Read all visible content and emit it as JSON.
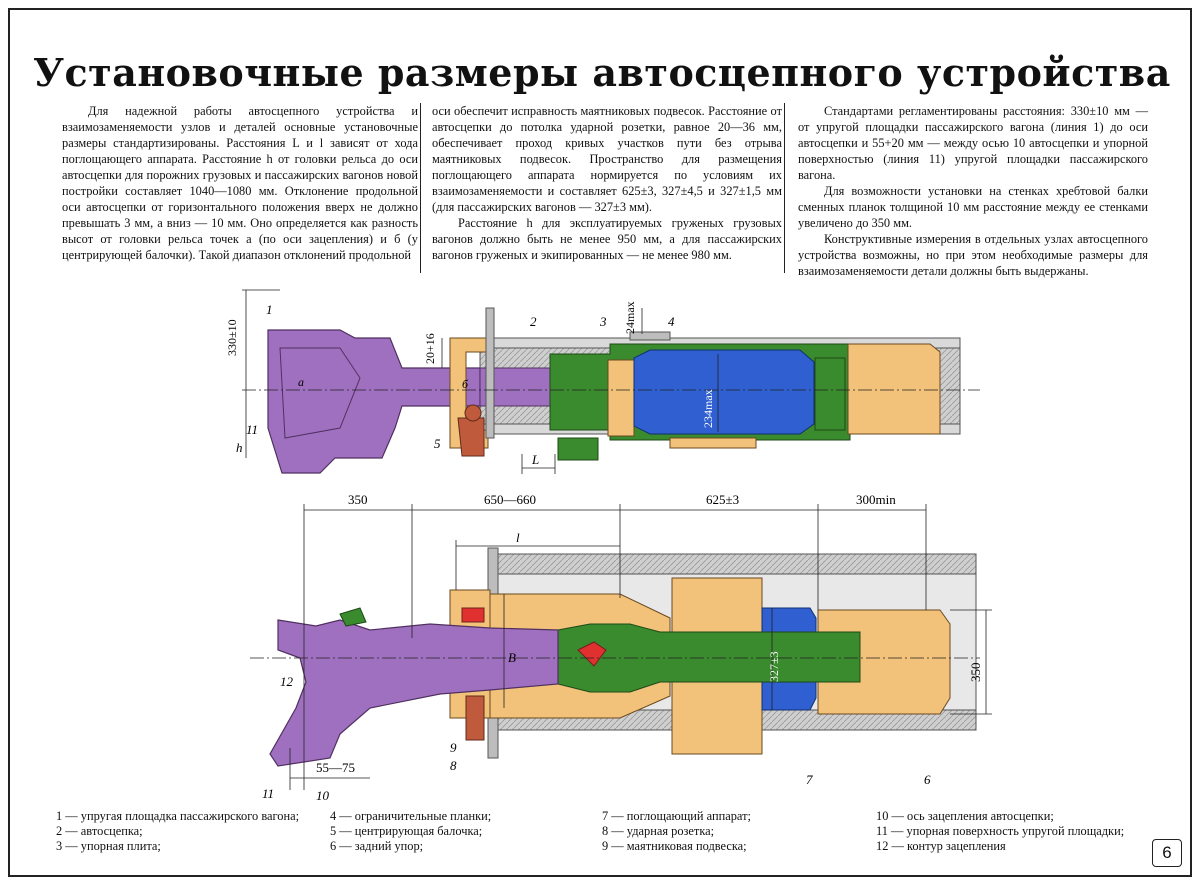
{
  "title": "Установочные размеры автосцепного устройства",
  "text": {
    "col1": "Для надежной работы автосцепного устройства и взаимозаменяемости узлов и деталей основные установочные размеры стандартизированы. Расстояния L и l зависят от хода поглощающего аппарата. Расстояние h от головки рельса до оси автосцепки для порожних грузовых и пассажирских вагонов новой постройки составляет 1040—1080 мм. Отклонение продольной оси автосцепки от горизонтального положения вверх не должно превышать 3 мм, а вниз — 10 мм. Оно определяется как разность высот от головки рельса точек а (по оси зацепления) и б (у центрирующей балочки). Такой диапазон отклонений продольной",
    "col2_p1": "оси обеспечит исправность маятниковых подвесок. Расстояние от автосцепки до потолка ударной розетки, равное 20—36 мм, обеспечивает проход кривых участков пути без отрыва маятниковых подвесок. Пространство для размещения поглощающего аппарата нормируется по условиям их взаимозаменяемости и составляет 625±3, 327±4,5 и 327±1,5 мм (для пассажирских вагонов — 327±3 мм).",
    "col2_p2": "Расстояние h для эксплуатируемых груженых грузовых вагонов должно быть не менее 950 мм, а для пассажирских вагонов груженых и экипированных — не менее 980 мм.",
    "col3_p1": "Стандартами регламентированы расстояния: 330±10 мм — от упругой площадки пассажирского вагона (линия 1) до оси автосцепки и 55+20 мм — между осью 10 автосцепки и упорной поверхностью (линия 11) упругой площадки пассажирского вагона.",
    "col3_p2": "Для возможности установки на стенках хребтовой балки сменных планок толщиной 10 мм расстояние между ее стенками увеличено до 350 мм.",
    "col3_p3": "Конструктивные измерения в отдельных узлах автосцепного устройства возможны, но при этом необходимые размеры для взаимозаменяемости детали должны быть выдержаны."
  },
  "labels": {
    "dim_330": "330±10",
    "dim_20": "20+16",
    "dim_24": "24max",
    "dim_234": "234max",
    "dim_L": "L",
    "dim_h": "h",
    "dim_a": "а",
    "dim_b": "б",
    "dim_350_top": "350",
    "dim_650": "650—660",
    "dim_625": "625±3",
    "dim_300": "300min",
    "dim_l": "l",
    "dim_B": "B",
    "dim_327": "327±3",
    "dim_350_right": "350",
    "dim_55": "55—75",
    "n1": "1",
    "n2": "2",
    "n3": "3",
    "n4": "4",
    "n5": "5",
    "n6": "6",
    "n7": "7",
    "n8": "8",
    "n9": "9",
    "n10": "10",
    "n11": "11",
    "n12": "12"
  },
  "legend": [
    [
      "1 — упругая площадка пассажирского вагона;",
      "2 — автосцепка;",
      "3 — упорная плита;"
    ],
    [
      "4 — ограничительные планки;",
      "5 — центрирующая балочка;",
      "6 — задний упор;"
    ],
    [
      "7 — поглощающий аппарат;",
      "8 — ударная розетка;",
      "9 — маятниковая подвеска;"
    ],
    [
      "10 — ось зацепления автосцепки;",
      "11 — упорная поверхность упругой площадки;",
      "12 — контур зацепления"
    ]
  ],
  "page_number": "6",
  "colors": {
    "coupler": "#a070c0",
    "yoke": "#3a8a2e",
    "gear": "#2f5fd0",
    "stop": "#f2c27a",
    "frame": "#bdbdbd",
    "socket": "#c05a3c",
    "red": "#e03030"
  }
}
